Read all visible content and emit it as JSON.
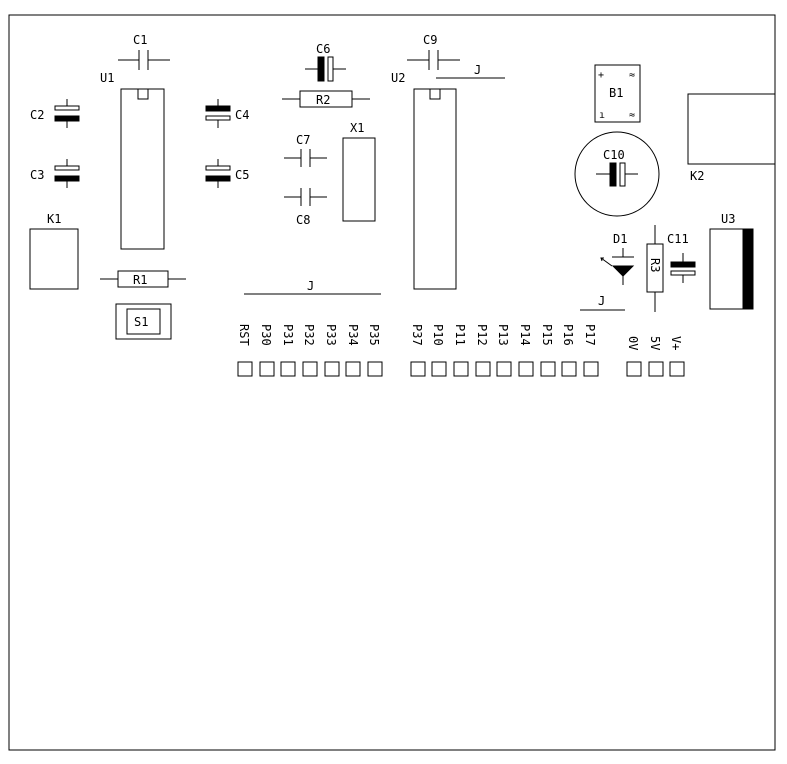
{
  "labels": {
    "c1": "C1",
    "c2": "C2",
    "c3": "C3",
    "c4": "C4",
    "c5": "C5",
    "c6": "C6",
    "c7": "C7",
    "c8": "C8",
    "c9": "C9",
    "c10": "C10",
    "c11": "C11",
    "u1": "U1",
    "u2": "U2",
    "u3": "U3",
    "r1": "R1",
    "r2": "R2",
    "r3": "R3",
    "x1": "X1",
    "k1": "K1",
    "k2": "K2",
    "b1": "B1",
    "s1": "S1",
    "d1": "D1",
    "j1": "J",
    "j2": "J",
    "j3": "J"
  },
  "bridge_marks": {
    "plus": "+",
    "minus": "ı",
    "ac1": "≈",
    "ac2": "≈"
  },
  "pins_group1": [
    "RST",
    "P30",
    "P31",
    "P32",
    "P33",
    "P34",
    "P35"
  ],
  "pins_group2": [
    "P37",
    "P10",
    "P11",
    "P12",
    "P13",
    "P14",
    "P15",
    "P16",
    "P17"
  ],
  "pins_group3": [
    "0V",
    "5V",
    "V+"
  ]
}
